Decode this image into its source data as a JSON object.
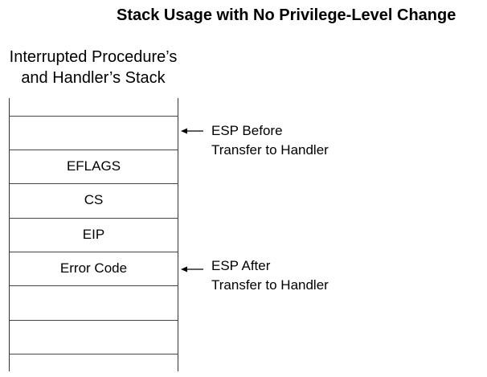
{
  "title": "Stack Usage with No Privilege-Level Change",
  "stack_heading": {
    "line1": "Interrupted Procedure’s",
    "line2": "and Handler’s Stack"
  },
  "stack_cells": [
    "",
    "",
    "EFLAGS",
    "CS",
    "EIP",
    "Error Code",
    "",
    "",
    ""
  ],
  "esp_before": {
    "line1": "ESP Before",
    "line2": "Transfer to Handler"
  },
  "esp_after": {
    "line1": "ESP After",
    "line2": "Transfer to Handler"
  },
  "icons": {
    "pointer": "left-arrow-icon"
  }
}
